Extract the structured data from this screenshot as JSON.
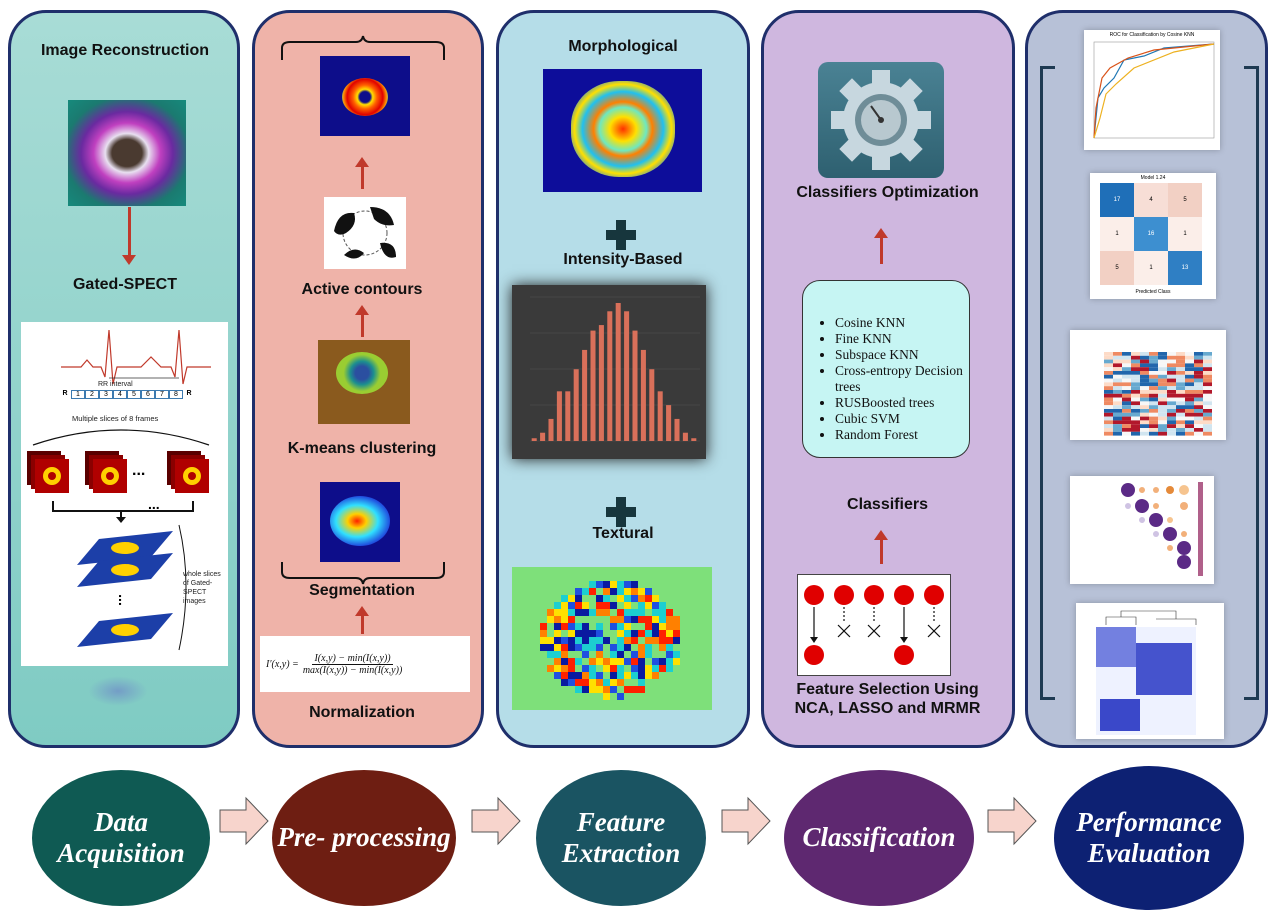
{
  "stages": [
    {
      "id": "data-acquisition",
      "label": "Data Acquisition",
      "color": "#0f5a53"
    },
    {
      "id": "pre-processing",
      "label": "Pre- processing",
      "color": "#6e1e12"
    },
    {
      "id": "feature-extraction",
      "label": "Feature Extraction",
      "color": "#1a5462"
    },
    {
      "id": "classification",
      "label": "Classification",
      "color": "#5e2870"
    },
    {
      "id": "performance-evaluation",
      "label": "Performance Evaluation",
      "color": "#0d2173"
    }
  ],
  "acquisition": {
    "top_label": "Image Reconstruction",
    "mid_label": "Gated-SPECT",
    "ecg": {
      "rr_label": "RR interval",
      "r_cells": [
        "R",
        "1",
        "2",
        "3",
        "4",
        "5",
        "6",
        "7",
        "8",
        "R"
      ],
      "slices_label": "Multiple slices of 8 frames",
      "whole_label": "whole slices of Gated-SPECT images",
      "ellipsis": "..."
    }
  },
  "preprocessing": {
    "normalization_label": "Normalization",
    "segmentation_label": "Segmentation",
    "kmeans_label": "K-means clustering",
    "active_contours_label": "Active contours",
    "formula_lhs": "I′(x,y) =",
    "formula_num": "I(x,y) − min(I(x,y))",
    "formula_den": "max(I(x,y)) − min(I(x,y))"
  },
  "feature_extraction": {
    "morphological_label": "Morphological",
    "intensity_label": "Intensity-Based",
    "textural_label": "Textural",
    "histogram": [
      1,
      3,
      8,
      18,
      18,
      26,
      33,
      40,
      42,
      47,
      50,
      47,
      40,
      33,
      26,
      18,
      13,
      8,
      3,
      1
    ]
  },
  "classification": {
    "optimization_label": "Classifiers Optimization",
    "classifiers_label": "Classifiers",
    "classifiers": [
      "Cosine KNN",
      "Fine KNN",
      "Subspace KNN",
      "Cross-entropy Decision trees",
      "RUSBoosted trees",
      "Cubic SVM",
      "Random Forest"
    ],
    "feature_selection_label": "Feature Selection Using NCA, LASSO and MRMR"
  },
  "evaluation": {
    "roc_title": "ROC for Classification by Cosine KNN",
    "cm_title": "Model 1.24",
    "cm_values": [
      [
        "17",
        "4",
        "5"
      ],
      [
        "1",
        "16",
        "1"
      ],
      [
        "5",
        "1",
        "13"
      ]
    ],
    "cm_xlabel": "Predicted Class"
  }
}
